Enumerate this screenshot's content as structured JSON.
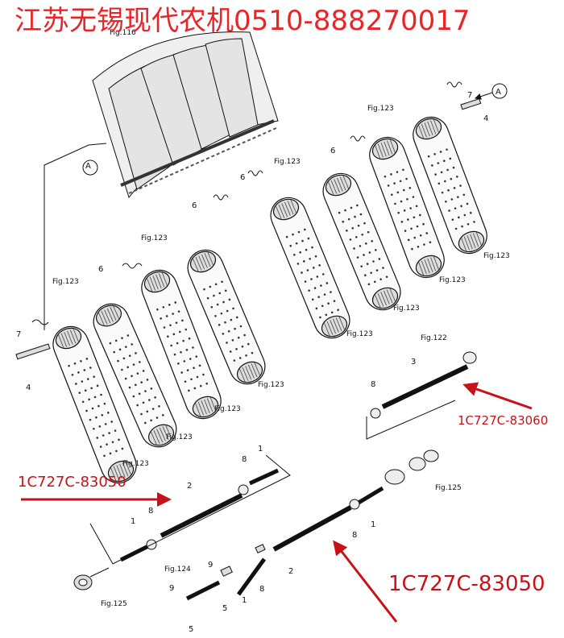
{
  "title": "江苏无锡现代农机0510-888270017",
  "part_numbers": {
    "left": "1C727C-83050",
    "right": "1C727C-83060",
    "bottom": "1C727C-83050"
  },
  "callouts": {
    "fig116": "Fig.116",
    "fig123": "Fig.123",
    "fig122": "Fig.122",
    "fig124": "Fig.124",
    "fig125": "Fig.125",
    "ref_a": "A",
    "n1": "1",
    "n2": "2",
    "n3": "3",
    "n4": "4",
    "n5": "5",
    "n6": "6",
    "n7": "7",
    "n8": "8",
    "n9": "9"
  },
  "colors": {
    "title": "#e8262a",
    "arrow": "#c8121a",
    "line": "#111111"
  }
}
